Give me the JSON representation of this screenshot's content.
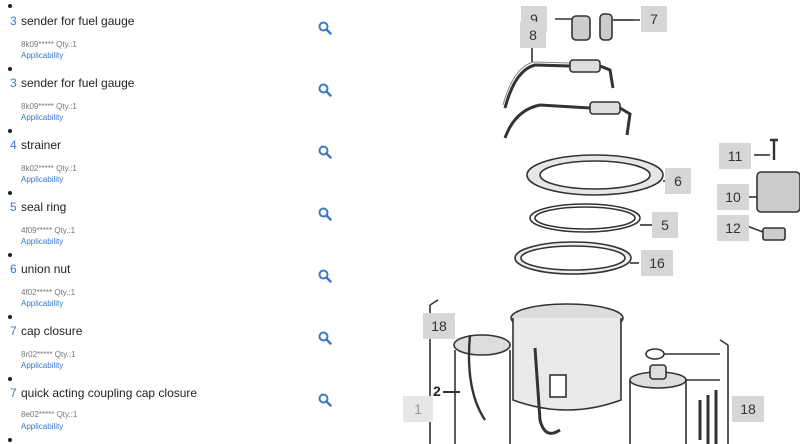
{
  "parts": [
    {
      "num": "3",
      "name": "sender for fuel gauge",
      "code": "8k09***** Qty.:1",
      "applicability": "Applicability"
    },
    {
      "num": "3",
      "name": "sender for fuel gauge",
      "code": "8k09***** Qty.:1",
      "applicability": "Applicability"
    },
    {
      "num": "4",
      "name": "strainer",
      "code": "8k02***** Qty.:1",
      "applicability": "Applicability"
    },
    {
      "num": "5",
      "name": "seal ring",
      "code": "4f09***** Qty.:1",
      "applicability": "Applicability"
    },
    {
      "num": "6",
      "name": "union nut",
      "code": "4f02***** Qty.:1",
      "applicability": "Applicability"
    },
    {
      "num": "7",
      "name": "cap closure",
      "code": "8r02***** Qty.:1",
      "applicability": "Applicability"
    },
    {
      "num": "7",
      "name": "quick acting coupling cap closure",
      "code": "8e02***** Qty.:1",
      "applicability": "Applicability"
    }
  ],
  "diagram": {
    "callouts": [
      "9",
      "7",
      "8",
      "11",
      "6",
      "10",
      "5",
      "12",
      "16",
      "18",
      "1",
      "18"
    ],
    "label_2": "2"
  },
  "colors": {
    "link": "#3a78c9",
    "callout_bg": "#d6d6d6"
  },
  "icons": {
    "row_action": "search-icon"
  }
}
